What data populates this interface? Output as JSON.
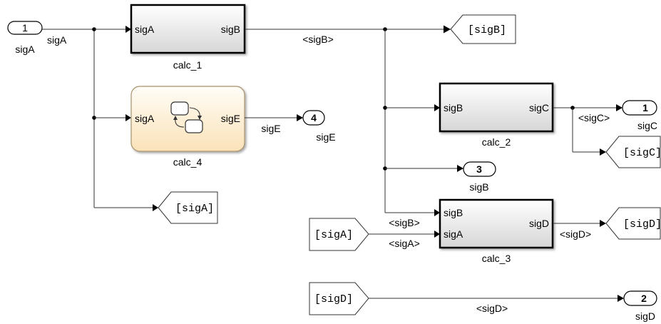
{
  "inports": [
    {
      "number": "1",
      "name": "sigA"
    }
  ],
  "outports": [
    {
      "number": "4",
      "name": "sigE"
    },
    {
      "number": "1",
      "name": "sigC"
    },
    {
      "number": "3",
      "name": "sigB"
    },
    {
      "number": "2",
      "name": "sigD"
    }
  ],
  "blocks": {
    "calc_1": {
      "name": "calc_1",
      "in": [
        "sigA"
      ],
      "out": [
        "sigB"
      ]
    },
    "calc_4": {
      "name": "calc_4",
      "in": [
        "sigA"
      ],
      "out": [
        "sigE"
      ]
    },
    "calc_2": {
      "name": "calc_2",
      "in": [
        "sigB"
      ],
      "out": [
        "sigC"
      ]
    },
    "calc_3": {
      "name": "calc_3",
      "in": [
        "sigB",
        "sigA"
      ],
      "out": [
        "sigD"
      ]
    }
  },
  "goto_tags": [
    "[sigB]",
    "[sigA]",
    "[sigC]",
    "[sigD]"
  ],
  "from_tags": [
    "[sigA]",
    "[sigD]"
  ],
  "signal_labels": {
    "sigA_line": "sigA",
    "sigB_line": "<sigB>",
    "sigE_line": "sigE",
    "sigC_line": "<sigC>",
    "sigB_into_calc3": "<sigB>",
    "sigA_into_calc3": "<sigA>",
    "sigD_out_calc3": "<sigD>",
    "sigD_bottom": "<sigD>"
  },
  "colors": {
    "subsystem_top": "#ffffff",
    "subsystem_bottom": "#d6d6d6",
    "chart_top": "#fffdf7",
    "chart_bottom": "#fbe2b8",
    "chart_border": "#a8926e"
  }
}
